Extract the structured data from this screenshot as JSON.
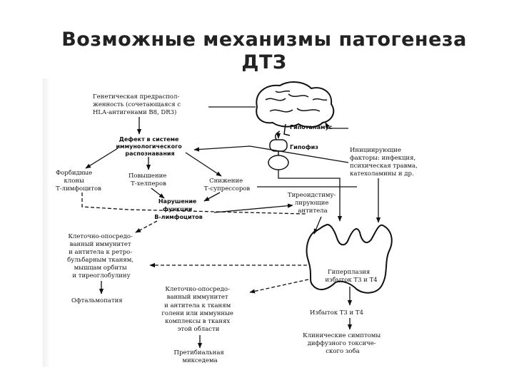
{
  "slide": {
    "title_line1": "Возможные механизмы патогенеза",
    "title_line2": "ДТЗ"
  },
  "diagram": {
    "genetic": [
      "Генетическая предраспол-",
      "женность (сочетающаяся с",
      "HLA-антигенами B8, DR3)"
    ],
    "hypothalamus": "Гипоталамус",
    "pituitary": "Гипофиз",
    "initiating": [
      "Инициирующие",
      "факторы: инфекция,",
      "психическая травма,",
      "катехоламины и др."
    ],
    "defect": [
      "Дефект в системе",
      "иммунологического",
      "распознавания"
    ],
    "forbidden": [
      "Форбидные",
      "клоны",
      "Т-лимфоцитов"
    ],
    "helpers": [
      "Повышение",
      "Т-хелперов"
    ],
    "suppressors": [
      "Снижение",
      "Т-супрессоров"
    ],
    "bcell": [
      "Нарушение",
      "функции",
      "В-лимфоцитов"
    ],
    "tsi": [
      "Тиреоидстиму-",
      "лирующие",
      "антитела"
    ],
    "cellular_left": [
      "Клеточно-опосредо-",
      "ванный иммунитет",
      "и антитела к ретро-",
      "бульбарным тканям,",
      "мышцам орбиты",
      "и тиреоглобулину"
    ],
    "ophthalmopathy": "Офтальмопатия",
    "hyperplasia": [
      "Гиперплазия",
      "избыток Т3 и Т4"
    ],
    "cellular_center": [
      "Клеточно-опосредо-",
      "ванный иммунитет",
      "и антитела к тканям",
      "голени или иммунные",
      "комплексы в тканях",
      "этой области"
    ],
    "excess": "Избыток Т3 и Т4",
    "myxedema": [
      "Претибиальная",
      "микседема"
    ],
    "symptoms": [
      "Клинические симптомы",
      "диффузного токсиче-",
      "ского зоба"
    ]
  }
}
